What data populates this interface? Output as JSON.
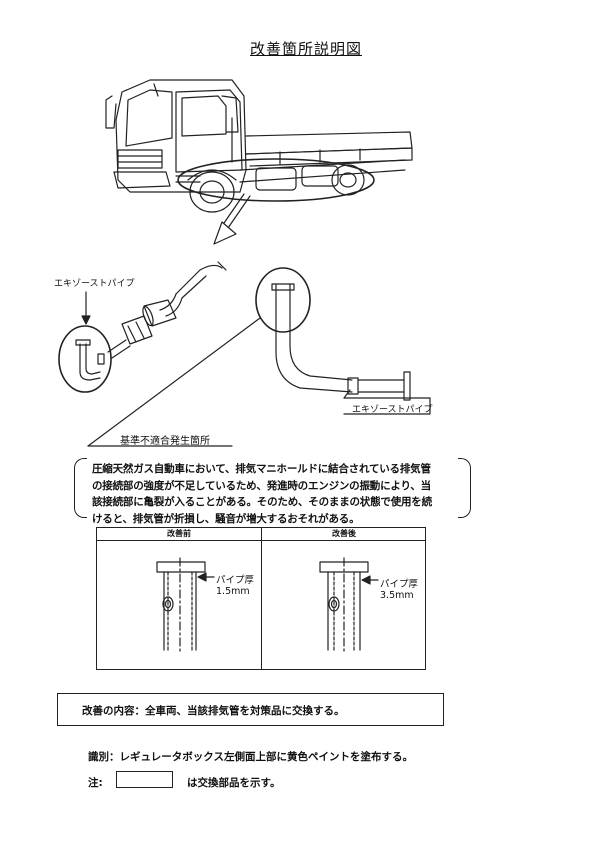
{
  "title": "改善箇所説明図",
  "labels": {
    "exhaust_pipe_left": "エキゾーストパイプ",
    "exhaust_pipe_right": "エキゾーストパイプ",
    "defect_location": "基準不適合発生箇所"
  },
  "description": [
    "圧縮天然ガス自動車において、排気マニホールドに結合されている排気管",
    "の接続部の強度が不足しているため、発進時のエンジンの振動により、当",
    "該接続部に亀裂が入ることがある。そのため、そのままの状態で使用を続",
    "けると、排気管が折損し、騒音が増大するおそれがある。"
  ],
  "comparison": {
    "before": {
      "header": "改善前",
      "label": "パイプ厚",
      "value": "1.5mm"
    },
    "after": {
      "header": "改善後",
      "label": "パイプ厚",
      "value": "3.5mm"
    }
  },
  "improvement_content": "改善の内容：全車両、当該排気管を対策品に交換する。",
  "identification": "識別：レギュレータボックス左側面上部に黄色ペイントを塗布する。",
  "note": {
    "label": "注:",
    "text": "は交換部品を示す。"
  }
}
